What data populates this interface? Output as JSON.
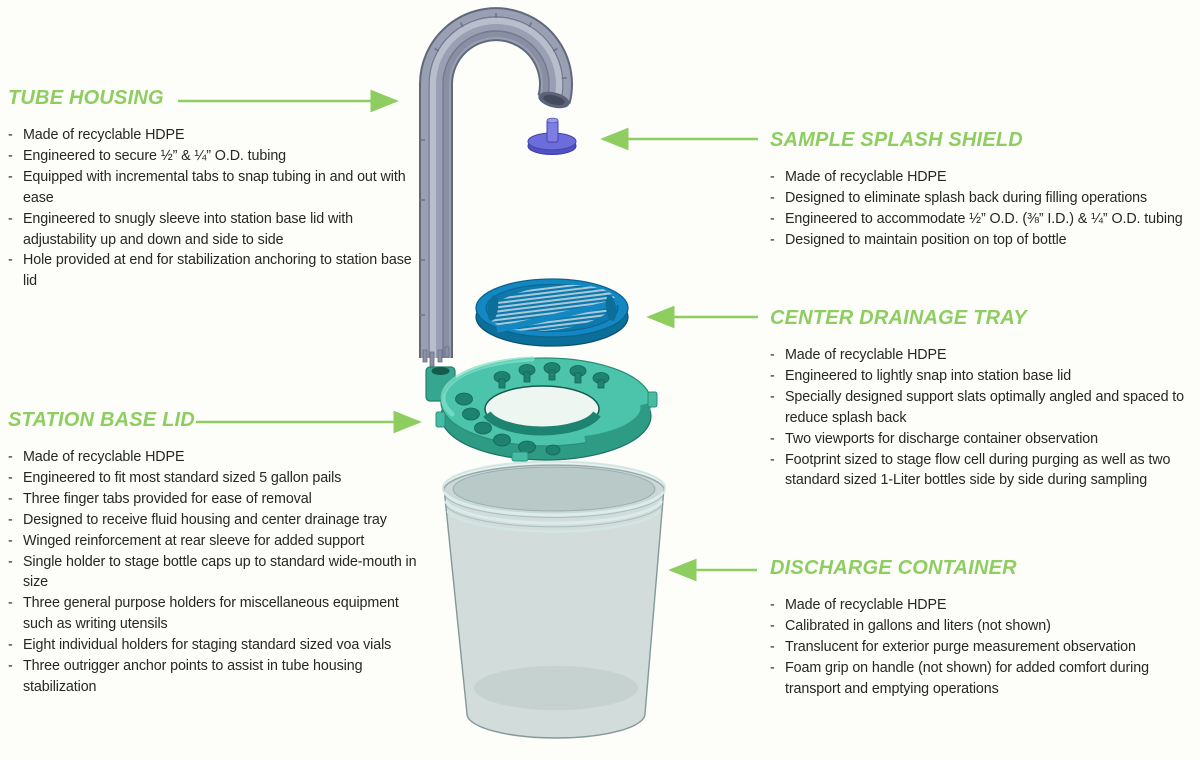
{
  "ui": {
    "bullet_marker": "-"
  },
  "colors": {
    "accent_green": "#8ecd60",
    "body_text": "#262626",
    "background": "#fdfefa",
    "tube_gray": "#9aa0b3",
    "shield_purple": "#6c6cdb",
    "tray_blue": "#1387c1",
    "lid_turquoise": "#4cc4ab",
    "bucket_translucent_gray": "#97aeae"
  },
  "illustration": {
    "parts": [
      "tube-housing",
      "sample-splash-shield",
      "center-drainage-tray",
      "station-base-lid",
      "discharge-container"
    ]
  },
  "sections": {
    "tube_housing": {
      "title": "TUBE HOUSING",
      "bullets": [
        "Made of recyclable HDPE",
        "Engineered to secure ½” & ¼” O.D. tubing",
        "Equipped with incremental tabs to snap tubing in and out with ease",
        "Engineered to snugly sleeve into station base lid with adjustability up and down and side to side",
        "Hole provided at end for stabilization anchoring to station base lid"
      ]
    },
    "sample_splash_shield": {
      "title": "SAMPLE SPLASH SHIELD",
      "bullets": [
        "Made of recyclable HDPE",
        "Designed to eliminate splash back during filling operations",
        "Engineered to accommodate ½” O.D. (⅜” I.D.) & ¼” O.D. tubing",
        "Designed to maintain position on top of bottle"
      ]
    },
    "center_drainage_tray": {
      "title": "CENTER DRAINAGE TRAY",
      "bullets": [
        "Made of recyclable HDPE",
        "Engineered to lightly snap into station base lid",
        "Specially designed support slats optimally angled and spaced to reduce splash back",
        "Two viewports for discharge container observation",
        "Footprint sized to stage flow cell during purging as well as two standard sized 1-Liter bottles side by side during sampling"
      ]
    },
    "station_base_lid": {
      "title": "STATION BASE LID",
      "bullets": [
        "Made of recyclable HDPE",
        "Engineered to fit most standard sized 5 gallon pails",
        "Three finger tabs provided for ease of removal",
        "Designed to receive fluid housing and center drainage tray",
        "Winged reinforcement at rear sleeve for added support",
        "Single holder to stage bottle caps up to standard wide-mouth in size",
        "Three general purpose holders for miscellaneous equipment such as writing utensils",
        "Eight individual holders for staging standard sized voa vials",
        "Three outrigger anchor points to assist in tube housing stabilization"
      ]
    },
    "discharge_container": {
      "title": "DISCHARGE CONTAINER",
      "bullets": [
        "Made of recyclable HDPE",
        "Calibrated in gallons and liters (not shown)",
        "Translucent for exterior purge measurement observation",
        "Foam grip on handle (not shown) for added comfort during transport and emptying operations"
      ]
    }
  }
}
